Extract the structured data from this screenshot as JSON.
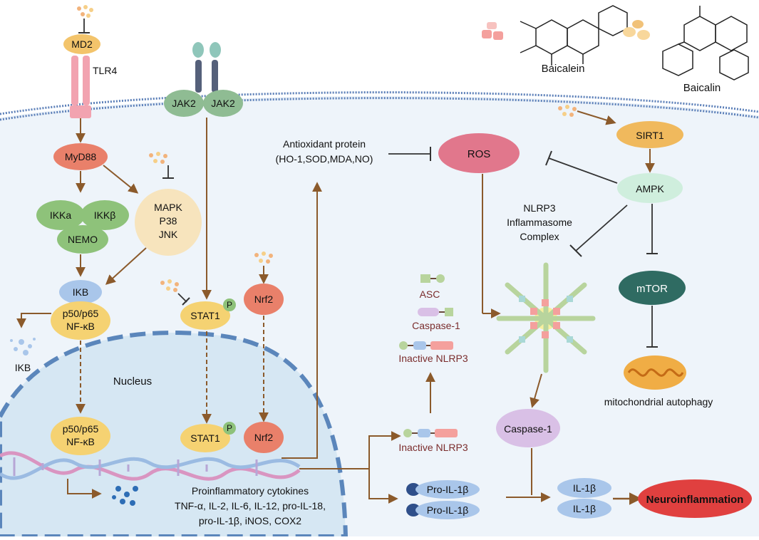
{
  "compounds": {
    "baicalein": "Baicalein",
    "baicalin": "Baicalin"
  },
  "receptors": {
    "md2": "MD2",
    "tlr4": "TLR4",
    "jak2_left": "JAK2",
    "jak2_right": "JAK2"
  },
  "nodes": {
    "myd88": "MyD88",
    "ikka": "IKKa",
    "ikkb": "IKKβ",
    "nemo": "NEMO",
    "mapk_line1": "MAPK",
    "mapk_line2": "P38",
    "mapk_line3": "JNK",
    "ikb": "IKB",
    "nfkb_line1": "p50/p65",
    "nfkb_line2": "NF-κB",
    "ikb_free": "IKB",
    "stat1": "STAT1",
    "stat1_phospho": "P",
    "nrf2": "Nrf2",
    "nucleus": "Nucleus",
    "nucleus_nfkb_line1": "p50/p65",
    "nucleus_nfkb_line2": "NF-κB",
    "nucleus_stat1": "STAT1",
    "nucleus_stat1_phospho": "P",
    "nucleus_nrf2": "Nrf2",
    "antioxidant_line1": "Antioxidant protein",
    "antioxidant_line2": "(HO-1,SOD,MDA,NO)",
    "ros": "ROS",
    "sirt1": "SIRT1",
    "ampk": "AMPK",
    "mtor": "mTOR",
    "mito_autophagy": "mitochondrial autophagy",
    "nlrp3_line1": "NLRP3",
    "nlrp3_line2": "Inflammasome",
    "nlrp3_line3": "Complex",
    "asc": "ASC",
    "caspase1_comp": "Caspase-1",
    "inactive_nlrp3_top": "Inactive NLRP3",
    "inactive_nlrp3_bottom": "Inactive NLRP3",
    "caspase1_active": "Caspase-1",
    "pro_il1b_1": "Pro-IL-1β",
    "pro_il1b_2": "Pro-IL-1β",
    "il1b_1": "IL-1β",
    "il1b_2": "IL-1β",
    "neuroinflammation": "Neuroinflammation",
    "cytokines_line1": "Proinflammatory cytokines",
    "cytokines_line2": "TNF-α, IL-2, IL-6, IL-12, pro-IL-18,",
    "cytokines_line3": "pro-IL-1β, iNOS, COX2"
  },
  "colors": {
    "brown_arrow": "#8b5a2b",
    "inhibit_line": "#333333",
    "cell_interior": "#eef4fa",
    "membrane": "#5b7fb8",
    "nucleus_fill": "#d6e7f3",
    "nucleus_border": "#5b86bb",
    "pill_orange": "#f3c46b",
    "myd88": "#e9806a",
    "ikk_green": "#8ec27a",
    "ikb_blue": "#a9c6ea",
    "nfkb_yellow": "#f5d272",
    "ros_pink": "#e1778c",
    "ampk_mint": "#cfeedd",
    "mtor_teal": "#2f6b62",
    "caspase_purple": "#d9c0e6",
    "neuroinflammation_red": "#e0403f",
    "jak2_green": "#8fbc93"
  }
}
